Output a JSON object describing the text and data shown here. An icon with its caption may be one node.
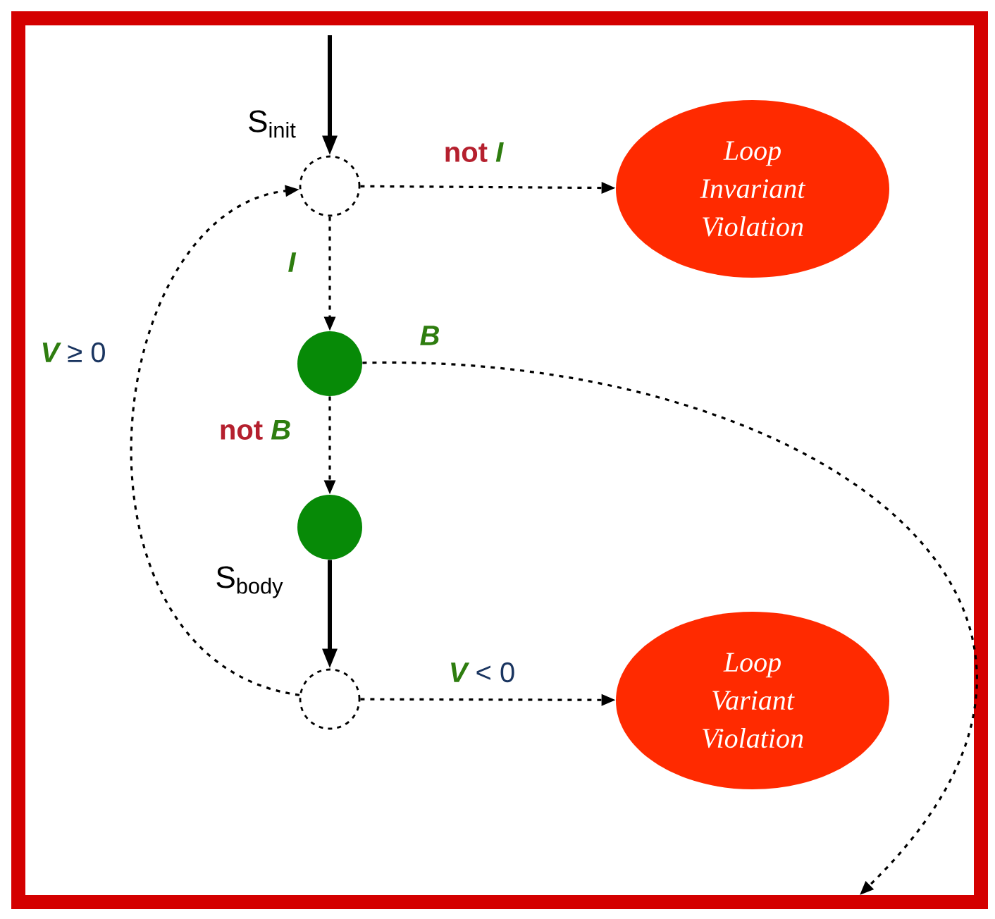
{
  "diagram": {
    "nodes": [
      {
        "text": [],
        "shape": "circle"
      },
      {
        "text": [
          "Loop Invariant Violation"
        ]
      },
      {
        "text": [],
        "shape": "circle"
      },
      {
        "text": [],
        "shape": "circle"
      },
      {
        "text": [],
        "shape": "circle"
      },
      {
        "text": [
          "Loop Variant Violation"
        ]
      }
    ],
    "edges": [
      {
        "from": null,
        "to": 0,
        "arrow": "to",
        "label": "S$_{init}$"
      },
      {
        "from": 0,
        "to": 1,
        "arrow": "to",
        "style": "dashed",
        "label": "not *I*"
      },
      {
        "from": 0,
        "to": 2,
        "arrow": "to",
        "style": "dashed",
        "label": "I"
      },
      {
        "from": 2,
        "to": null,
        "arrow": "to",
        "style": "dashed",
        "label": "B"
      },
      {
        "from": 2,
        "to": 3,
        "arrow": "to",
        "style": "dashed",
        "label": "not *B*"
      },
      {
        "from": 3,
        "to": 4,
        "arrow": "to",
        "label": "S$_{body}$"
      },
      {
        "from": 4,
        "to": 5,
        "arrow": "to",
        "style": "dashed",
        "label": "*V* < 0"
      },
      {
        "from": 4,
        "to": 0,
        "arrow": "to",
        "style": "dashed",
        "label": "*V* ≥ 0"
      }
    ]
  }
}
